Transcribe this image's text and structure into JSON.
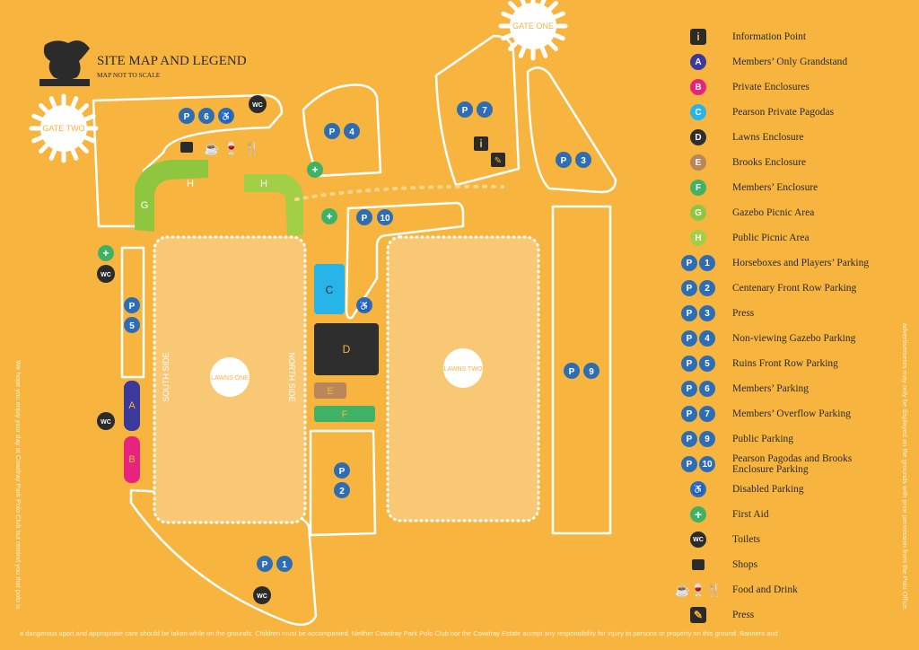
{
  "header": {
    "title": "SITE MAP AND LEGEND",
    "subtitle": "MAP NOT TO SCALE"
  },
  "gates": {
    "gate_one": "GATE ONE",
    "gate_two": "GATE TWO"
  },
  "lawns": {
    "one": "LAWNS ONE",
    "two": "LAWNS TWO",
    "south_side": "SOUTH SIDE",
    "north_side": "NORTH SIDE"
  },
  "zones": {
    "a": "A",
    "b": "B",
    "c": "C",
    "d": "D",
    "e": "E",
    "f": "F",
    "g": "G",
    "h": "H"
  },
  "parking": {
    "p_letter": "P",
    "wc": "WC",
    "p1": "1",
    "p2": "2",
    "p3": "3",
    "p4": "4",
    "p5": "5",
    "p6": "6",
    "p7": "7",
    "p9": "9",
    "p10": "10"
  },
  "legend": [
    {
      "id": "info",
      "label": "Information Point",
      "icon": "info-icon"
    },
    {
      "id": "a",
      "label": "Members’ Only Grandstand",
      "icon": "A",
      "color": "#3b3a9a"
    },
    {
      "id": "b",
      "label": "Private Enclosures",
      "icon": "B",
      "color": "#e6247e"
    },
    {
      "id": "c",
      "label": "Pearson Private Pagodas",
      "icon": "C",
      "color": "#27b4e8"
    },
    {
      "id": "d",
      "label": "Lawns Enclosure",
      "icon": "D",
      "color": "#2e2e2e"
    },
    {
      "id": "e",
      "label": "Brooks Enclosure",
      "icon": "E",
      "color": "#b9855a"
    },
    {
      "id": "f",
      "label": "Members’ Enclosure",
      "icon": "F",
      "color": "#3fb265"
    },
    {
      "id": "g",
      "label": "Gazebo Picnic Area",
      "icon": "G",
      "color": "#8fc640"
    },
    {
      "id": "h",
      "label": "Public Picnic Area",
      "icon": "H",
      "color": "#a3cf47"
    },
    {
      "id": "p1",
      "label": "Horseboxes and Players’ Parking",
      "icon": "1"
    },
    {
      "id": "p2",
      "label": "Centenary Front Row Parking",
      "icon": "2"
    },
    {
      "id": "p3",
      "label": "Press",
      "icon": "3"
    },
    {
      "id": "p4",
      "label": "Non-viewing Gazebo Parking",
      "icon": "4"
    },
    {
      "id": "p5",
      "label": "Ruins Front Row Parking",
      "icon": "5"
    },
    {
      "id": "p6",
      "label": "Members’ Parking",
      "icon": "6"
    },
    {
      "id": "p7",
      "label": "Members’ Overflow Parking",
      "icon": "7"
    },
    {
      "id": "p9",
      "label": "Public Parking",
      "icon": "9"
    },
    {
      "id": "p10",
      "label": "Pearson Pagodas and Brooks Enclosure Parking",
      "icon": "10"
    },
    {
      "id": "disabled",
      "label": "Disabled Parking",
      "icon": "wheelchair-icon"
    },
    {
      "id": "firstaid",
      "label": "First Aid",
      "icon": "first-aid-icon"
    },
    {
      "id": "toilets",
      "label": "Toilets",
      "icon": "WC"
    },
    {
      "id": "shops",
      "label": "Shops",
      "icon": "shop-bag-icon"
    },
    {
      "id": "food",
      "label": "Food and Drink",
      "icon": "food-drink-icon"
    },
    {
      "id": "press",
      "label": "Press",
      "icon": "press-icon"
    }
  ],
  "disclaimer_left": "We hope you enjoy your day at Cowdray Park Polo Club but remind you that polo is",
  "disclaimer_bottom": "a dangerous sport and appropriate care should be taken while on the grounds. Children must be accompanied. Neither Cowdray Park Polo Club nor the Cowdray Estate accept any responsibility for injury to persons or property on this ground. Banners and",
  "disclaimer_right": "advertisements may only be displayed on the grounds with prior permission from the Polo Office.",
  "colors": {
    "background": "#f7b53f",
    "parking_blue": "#2f6db3",
    "dark": "#2b2b2b",
    "white": "#ffffff"
  }
}
